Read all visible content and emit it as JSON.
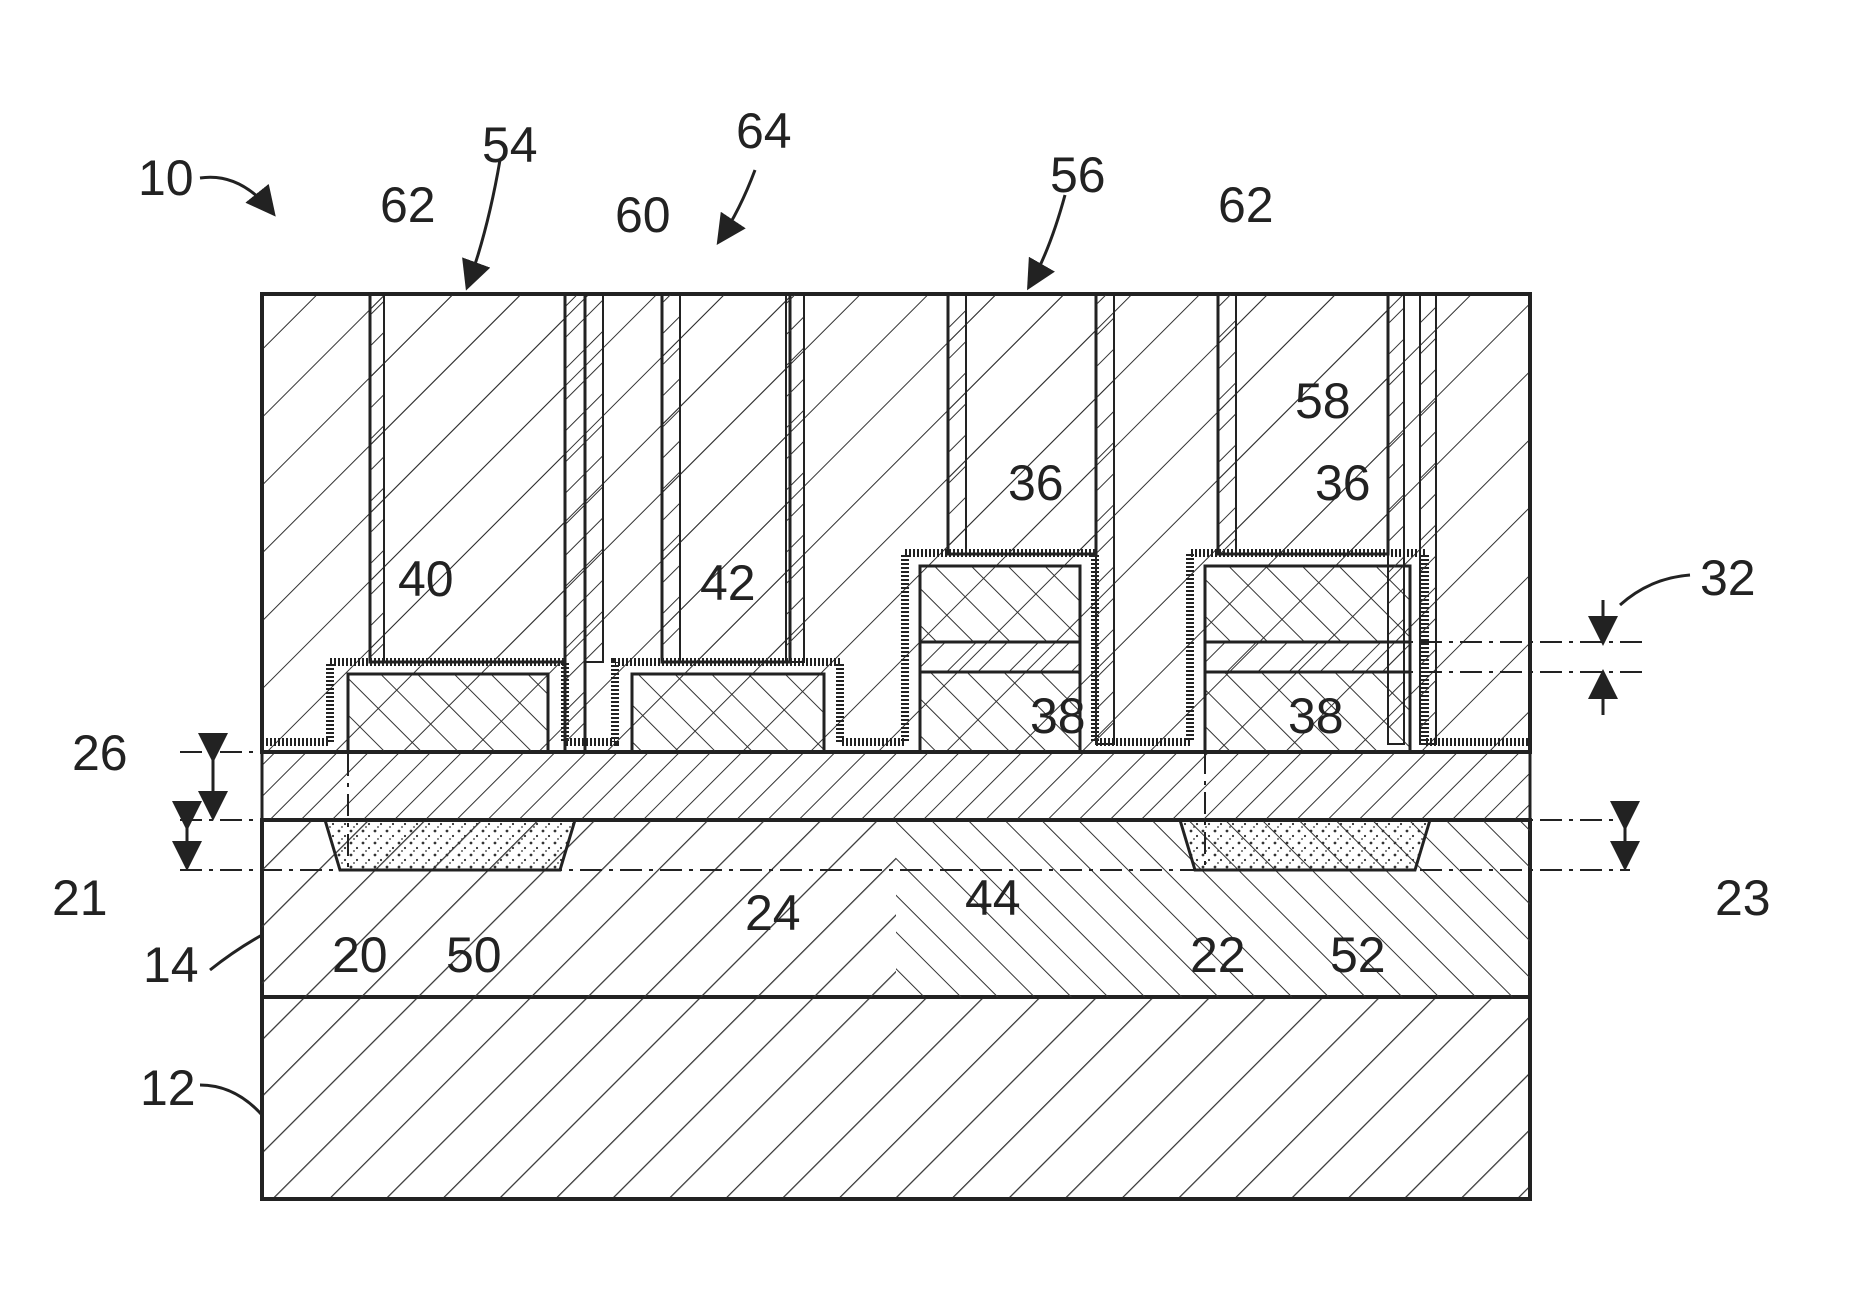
{
  "labels": {
    "l10": "10",
    "l12": "12",
    "l14": "14",
    "l20": "20",
    "l21": "21",
    "l22": "22",
    "l23": "23",
    "l24": "24",
    "l26": "26",
    "l32": "32",
    "l36a": "36",
    "l36b": "36",
    "l38a": "38",
    "l38b": "38",
    "l40": "40",
    "l42": "42",
    "l44": "44",
    "l50": "50",
    "l52": "52",
    "l54": "54",
    "l56": "56",
    "l58": "58",
    "l60": "60",
    "l62a": "62",
    "l62b": "62",
    "l64": "64"
  }
}
